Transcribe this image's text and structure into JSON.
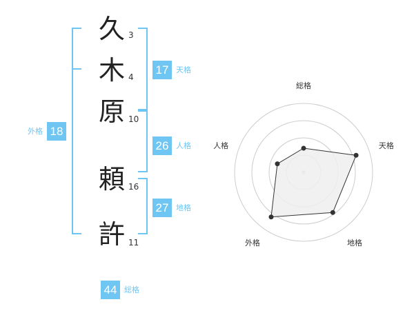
{
  "name": {
    "chars": [
      {
        "char": "久",
        "strokes": "3"
      },
      {
        "char": "木",
        "strokes": "4"
      },
      {
        "char": "原",
        "strokes": "10"
      },
      {
        "char": "頼",
        "strokes": "16"
      },
      {
        "char": "許",
        "strokes": "11"
      }
    ]
  },
  "kakusu": {
    "tenkaku": {
      "value": "17",
      "label": "天格"
    },
    "jinkaku": {
      "value": "26",
      "label": "人格"
    },
    "chikaku": {
      "value": "27",
      "label": "地格"
    },
    "gaikaku": {
      "value": "18",
      "label": "外格"
    },
    "soukaku": {
      "value": "44",
      "label": "総格"
    }
  },
  "colors": {
    "accent": "#70c6f3",
    "bracket": "#6cc5f2",
    "text": "#222222",
    "radar_fill": "#eeeeee",
    "radar_stroke": "#333333"
  },
  "chart_data": {
    "type": "radar",
    "axes": [
      "総格",
      "天格",
      "地格",
      "外格",
      "人格"
    ],
    "values": [
      0.35,
      0.8,
      0.72,
      0.8,
      0.4
    ],
    "range": [
      0,
      1
    ],
    "rings": 4,
    "grid": true
  }
}
